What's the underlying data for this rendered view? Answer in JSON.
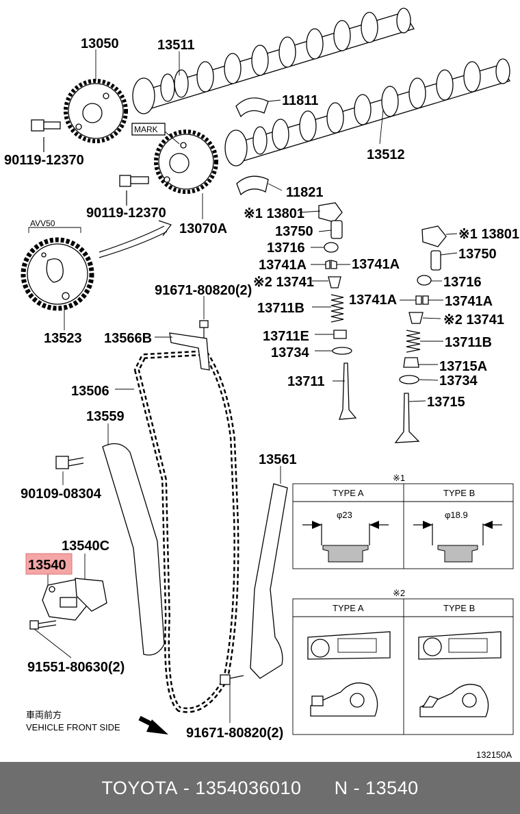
{
  "parts": {
    "p13050": "13050",
    "p13511": "13511",
    "p11811": "11811",
    "p13512": "13512",
    "p11821": "11821",
    "p90119a": "90119-12370",
    "p90119b": "90119-12370",
    "p13070A": "13070A",
    "mark": "MARK",
    "avv50": "AVV50",
    "p13523": "13523",
    "p13801a": "※1 13801",
    "p13750a": "13750",
    "p13716a": "13716",
    "p13741Aa": "13741A",
    "p13741Ab": "13741A",
    "p13741a": "※2 13741",
    "p13711Ba": "13711B",
    "p13711E": "13711E",
    "p13734a": "13734",
    "p13711": "13711",
    "p13801b": "※1 13801",
    "p13750b": "13750",
    "p13716b": "13716",
    "p13741Ac": "13741A",
    "p13741Ad": "13741A",
    "p13741b": "※2 13741",
    "p13711Bb": "13711B",
    "p13715A": "13715A",
    "p13734b": "13734",
    "p13715": "13715",
    "p91671a": "91671-80820(2)",
    "p13566B": "13566B",
    "p13506": "13506",
    "p13559": "13559",
    "p90109": "90109-08304",
    "p13540C": "13540C",
    "p13540": "13540",
    "p91551": "91551-80630(2)",
    "p13561": "13561",
    "p91671b": "91671-80820(2)"
  },
  "note1": {
    "mark": "※1",
    "type_a": "TYPE A",
    "type_b": "TYPE B",
    "dia_a": "φ23",
    "dia_b": "φ18.9"
  },
  "note2": {
    "mark": "※2",
    "type_a": "TYPE A",
    "type_b": "TYPE B"
  },
  "front": {
    "jp": "車両前方",
    "en": "VEHICLE FRONT SIDE"
  },
  "drawing_id": "132150A",
  "footer": {
    "brand": "TOYOTA",
    "part_number": "1354036010",
    "ref": "N - 13540"
  },
  "highlight_color": "#f4a6a6"
}
